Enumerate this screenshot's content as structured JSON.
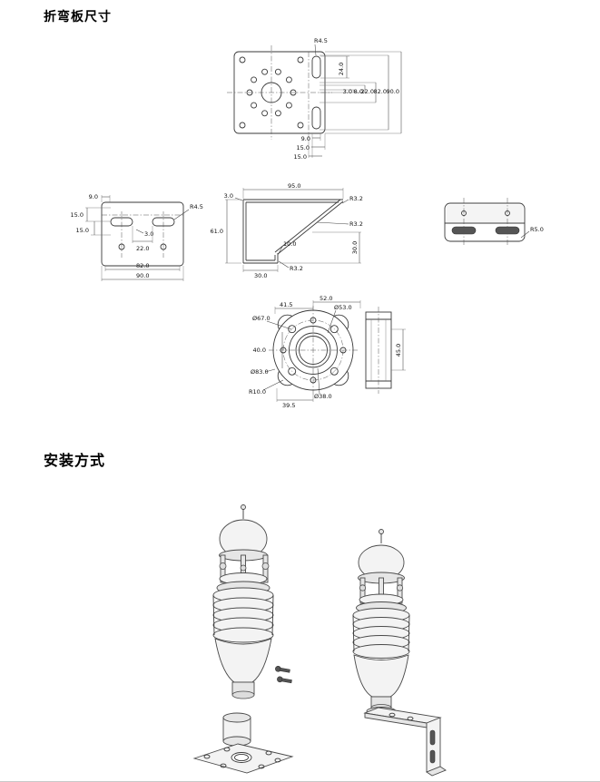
{
  "headings": {
    "bend_plate": "折弯板尺寸",
    "installation": "安装方式"
  },
  "front_view": {
    "r_slot": "R4.5",
    "slot_len": "24.0",
    "t3": "3.0",
    "t8": "8.0",
    "t22": "22.0",
    "t82": "82.0",
    "t90": "90.0",
    "b9": "9.0",
    "b15a": "15.0",
    "b15b": "15.0"
  },
  "flat_view": {
    "t9": "9.0",
    "l15a": "15.0",
    "l15b": "15.0",
    "c3": "3.0",
    "c22": "22.0",
    "b82": "82.0",
    "b90": "90.0",
    "r_slot": "R4.5"
  },
  "profile_view": {
    "w95": "95.0",
    "r32_top": "R3.2",
    "t3": "3.0",
    "h61": "61.0",
    "r32_mid": "R3.2",
    "i10": "10.0",
    "r32_bot": "R3.2",
    "w30": "30.0",
    "h30": "30.0"
  },
  "end_view": {
    "r5": "R5.0"
  },
  "flange_view": {
    "w415": "41.5",
    "w52": "52.0",
    "d53": "Ø53.0",
    "d67": "Ø67.0",
    "h40": "40.0",
    "d83": "Ø83.0",
    "r10": "R10.0",
    "w395": "39.5",
    "d38": "Ø38.0",
    "h45": "45.0"
  }
}
